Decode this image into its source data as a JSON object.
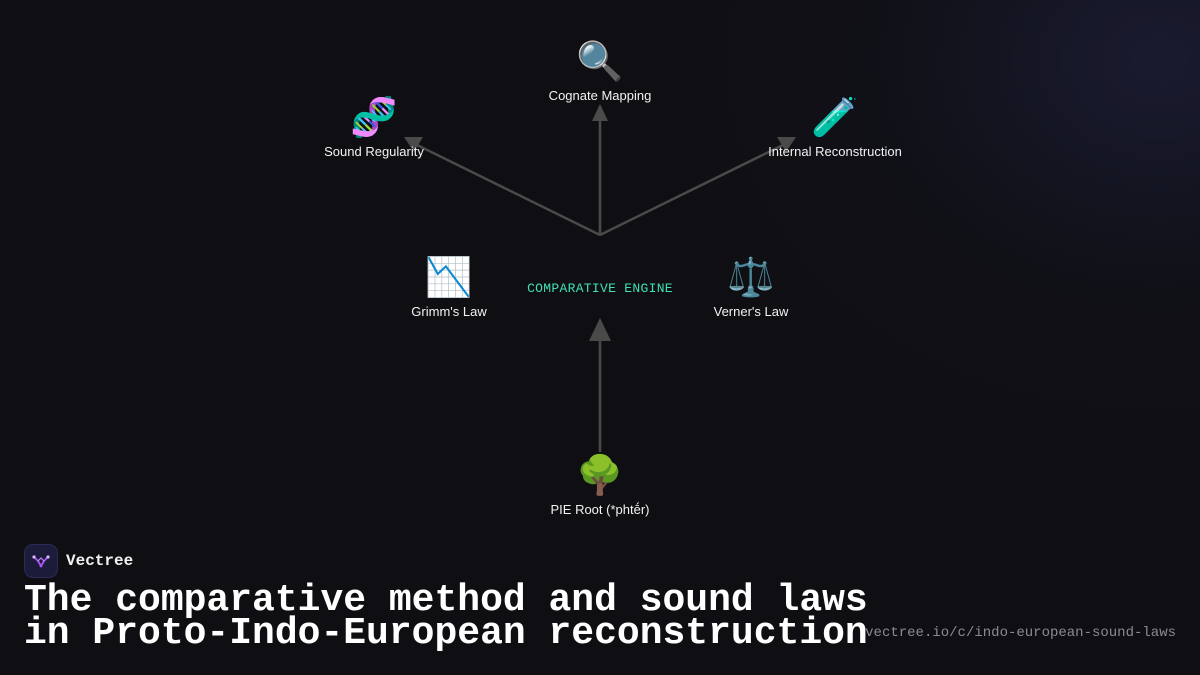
{
  "diagram": {
    "center_label": "COMPARATIVE ENGINE",
    "nodes": {
      "cognate_mapping": {
        "icon": "🔍",
        "icon_name": "magnifier-icon",
        "label": "Cognate Mapping"
      },
      "sound_regularity": {
        "icon": "🧬",
        "icon_name": "dna-icon",
        "label": "Sound Regularity"
      },
      "internal_reconstruction": {
        "icon": "🧪",
        "icon_name": "test-tube-icon",
        "label": "Internal Reconstruction"
      },
      "grimms_law": {
        "icon": "📉",
        "icon_name": "chart-decreasing-icon",
        "label": "Grimm's Law"
      },
      "verners_law": {
        "icon": "⚖️",
        "icon_name": "balance-scale-icon",
        "label": "Verner's Law"
      },
      "pie_root": {
        "icon": "🌳",
        "icon_name": "tree-icon",
        "label": "PIE Root (*phtḗr)"
      }
    },
    "colors": {
      "arrow": "#4a4a4a",
      "engine_label": "#3fe0b6",
      "node_label": "#f2f2f2"
    }
  },
  "brand": {
    "name": "Vectree",
    "logo_icon": "vectree-logo-icon",
    "logo_color": "#a855f7"
  },
  "headline": {
    "line1": "The comparative method and sound laws",
    "line2": "in Proto-Indo-European reconstruction"
  },
  "url": "vectree.io/c/indo-european-sound-laws"
}
